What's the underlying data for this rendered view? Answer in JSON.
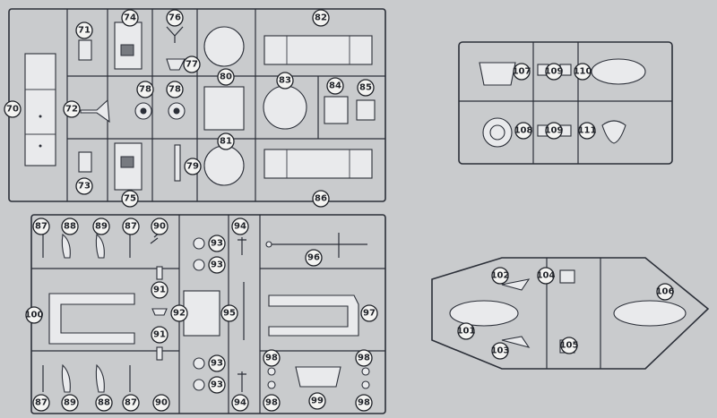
{
  "labels": {
    "p70": "70",
    "p71": "71",
    "p72": "72",
    "p73": "73",
    "p74": "74",
    "p75": "75",
    "p76": "76",
    "p77": "77",
    "p78a": "78",
    "p78b": "78",
    "p79": "79",
    "p80": "80",
    "p81": "81",
    "p82": "82",
    "p83": "83",
    "p84": "84",
    "p85": "85",
    "p86": "86",
    "p87a": "87",
    "p87b": "87",
    "p87c": "87",
    "p87d": "87",
    "p88a": "88",
    "p88b": "88",
    "p89a": "89",
    "p89b": "89",
    "p90a": "90",
    "p90b": "90",
    "p91a": "91",
    "p91b": "91",
    "p92": "92",
    "p93a": "93",
    "p93b": "93",
    "p93c": "93",
    "p93d": "93",
    "p94a": "94",
    "p94b": "94",
    "p95": "95",
    "p96": "96",
    "p97": "97",
    "p98a": "98",
    "p98b": "98",
    "p98c": "98",
    "p98d": "98",
    "p99": "99",
    "p100": "100",
    "p101": "101",
    "p102": "102",
    "p103": "103",
    "p104": "104",
    "p105": "105",
    "p106": "106",
    "p107": "107",
    "p108": "108",
    "p109a": "109",
    "p109b": "109",
    "p110": "110",
    "p111": "111"
  }
}
